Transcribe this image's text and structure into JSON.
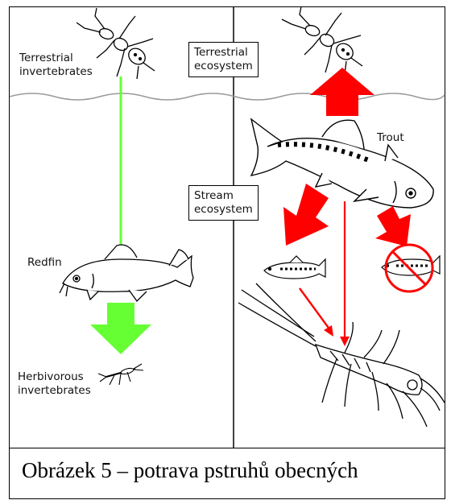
{
  "labels": {
    "terrestrial_invertebrates": [
      "Terrestrial",
      "invertebrates"
    ],
    "redfin": "Redfin",
    "herbivorous_invertebrates": [
      "Herbivorous",
      "invertebrates"
    ],
    "terrestrial_ecosystem": [
      "Terrestrial",
      "ecosystem"
    ],
    "trout": "Trout",
    "stream_ecosystem": [
      "Stream",
      "ecosystem"
    ]
  },
  "caption": "Obrázek 5 – potrava pstruhů obecných",
  "colors": {
    "green_arrow": "#66ff33",
    "red_arrow": "#ff0000",
    "outline": "#000000",
    "background": "#ffffff"
  },
  "icons": [
    "ant-icon",
    "ant-icon",
    "redfin-fish-icon",
    "trout-fish-icon",
    "small-fish-icon",
    "crossed-out-fish-icon",
    "mayfly-larva-icon",
    "small-larva-icon"
  ]
}
